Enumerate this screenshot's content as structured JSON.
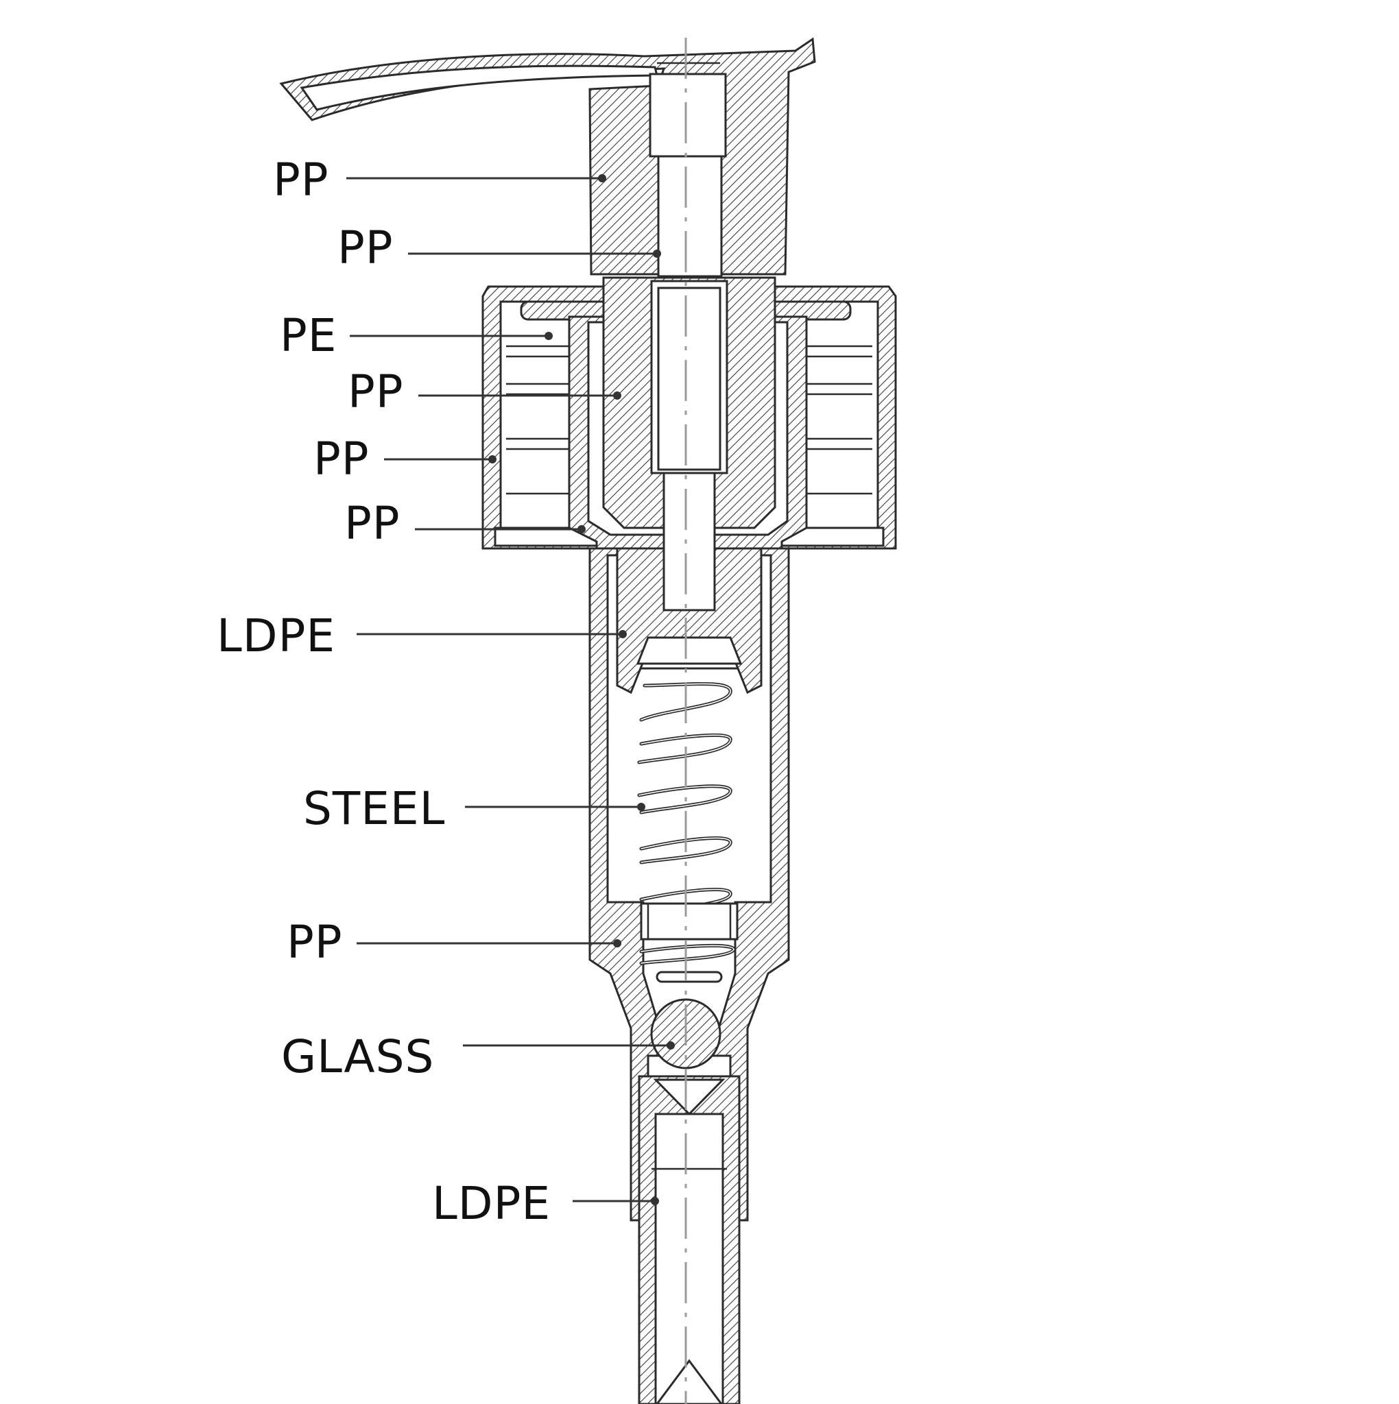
{
  "callouts": [
    {
      "id": "actuator",
      "label": "PP"
    },
    {
      "id": "stem",
      "label": "PP"
    },
    {
      "id": "gasket",
      "label": "PE"
    },
    {
      "id": "inner-sleeve",
      "label": "PP"
    },
    {
      "id": "closure",
      "label": "PP"
    },
    {
      "id": "collar",
      "label": "PP"
    },
    {
      "id": "piston",
      "label": "LDPE"
    },
    {
      "id": "spring",
      "label": "STEEL"
    },
    {
      "id": "housing",
      "label": "PP"
    },
    {
      "id": "ball",
      "label": "GLASS"
    },
    {
      "id": "dip-tube",
      "label": "LDPE"
    }
  ],
  "colors": {
    "line": "#2b2b2b",
    "label": "#111111",
    "axis": "#9a9a9a",
    "background": "#ffffff"
  }
}
